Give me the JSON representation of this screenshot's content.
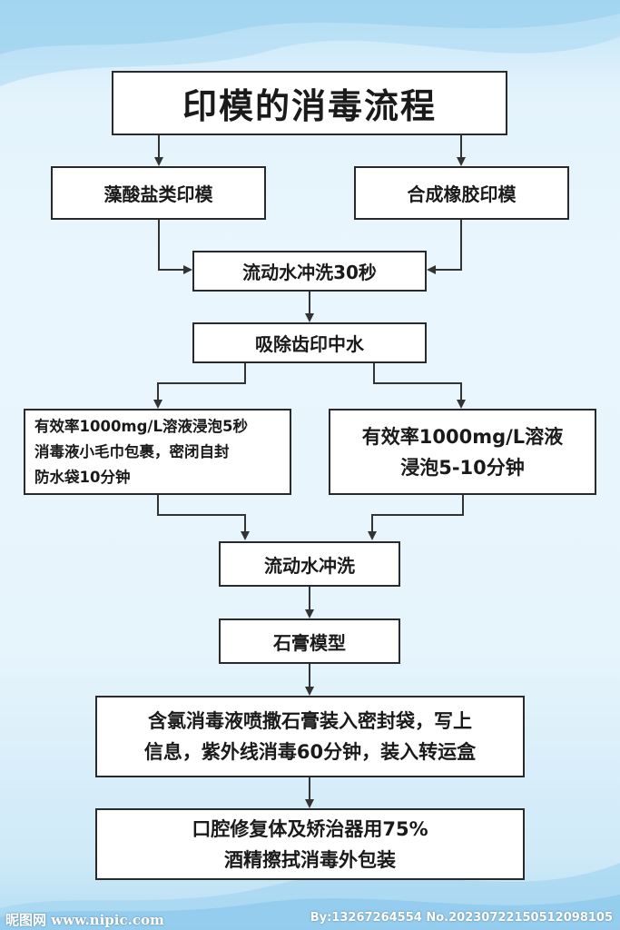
{
  "diagram": {
    "title": "印模的消毒流程",
    "alginate": "藻酸盐类印模",
    "synthetic_rubber": "合成橡胶印模",
    "rinse_30s": "流动水冲洗30秒",
    "absorb_water": "吸除齿印中水",
    "left_branch": [
      "有效率1000mg/L溶液浸泡5秒",
      "消毒液小毛巾包裹，密闭自封",
      "防水袋10分钟"
    ],
    "right_branch": [
      "有效率1000mg/L溶液",
      "浸泡5-10分钟"
    ],
    "rinse": "流动水冲洗",
    "plaster_model": "石膏模型",
    "chlorine_step": [
      "含氯消毒液喷撒石膏装入密封袋，写上",
      "信息，紫外线消毒60分钟，装入转运盒"
    ],
    "alcohol_step": [
      "口腔修复体及矫治器用75%",
      "酒精擦拭消毒外包装"
    ]
  },
  "watermark": {
    "left": "昵图网 www.nipic.com",
    "right": "By:13267264554 No.20230722150512098105"
  },
  "colors": {
    "border": "#2a2a2a",
    "arrow": "#333333",
    "background": "#e6f4fc"
  }
}
